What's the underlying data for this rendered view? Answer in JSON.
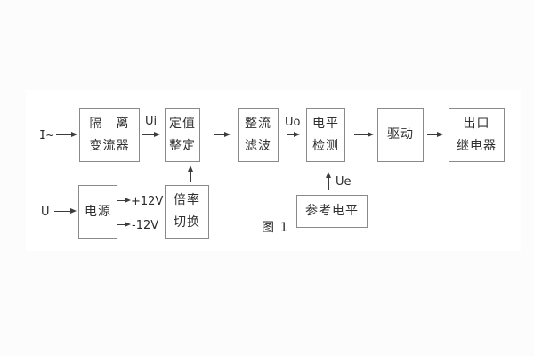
{
  "figure": {
    "caption": "图 1"
  },
  "blocks": {
    "isolation": {
      "line1": "隔　离",
      "line2": "变流器"
    },
    "setting": {
      "line1": "定值",
      "line2": "整定"
    },
    "rectify": {
      "line1": "整流",
      "line2": "滤波"
    },
    "level": {
      "line1": "电平",
      "line2": "检测"
    },
    "drive": {
      "line1": "驱动"
    },
    "output": {
      "line1": "出口",
      "line2": "继电器"
    },
    "power": {
      "line1": "电源"
    },
    "ratio": {
      "line1": "倍率",
      "line2": "切换"
    },
    "reference": {
      "line1": "参考电平"
    }
  },
  "signals": {
    "input_current": "I~",
    "input_voltage": "U",
    "ui": "Ui",
    "uo": "Uo",
    "ue": "Ue",
    "plus_12v": "+12V",
    "minus_12v": "-12V"
  },
  "colors": {
    "background": "#fcfcfc",
    "panel": "#ffffff",
    "box_border": "#8a8a8a",
    "line": "#3c3c3c",
    "text": "#303030"
  }
}
